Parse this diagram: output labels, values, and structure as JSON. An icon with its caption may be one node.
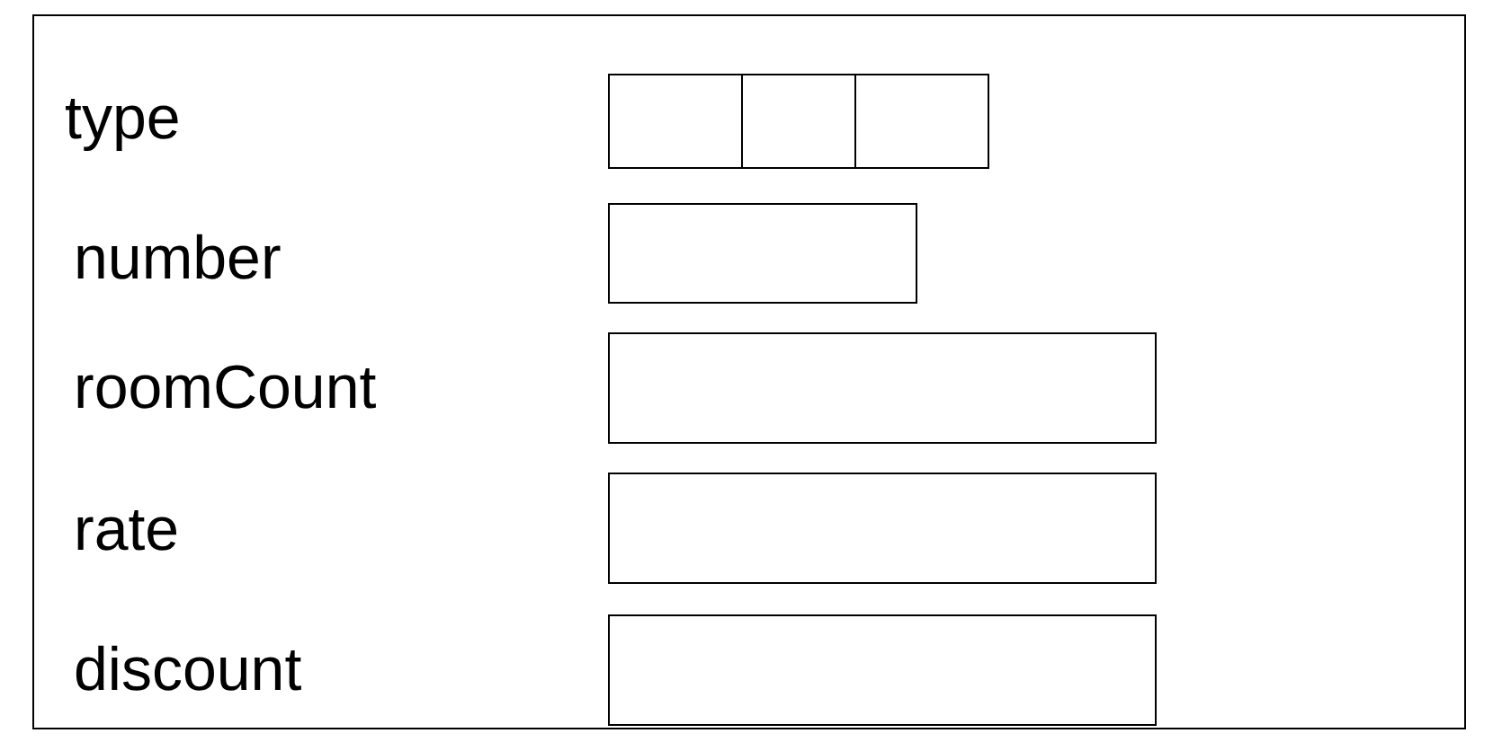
{
  "diagram": {
    "nodes": [
      {
        "text": [],
        "shape": "box"
      },
      {
        "text": [],
        "shape": "box",
        "in": 0
      },
      {
        "text": [],
        "shape": "box",
        "in": 0
      },
      {
        "text": [],
        "shape": "box",
        "in": 0
      },
      {
        "text": [],
        "shape": "box",
        "in": 0
      },
      {
        "text": [],
        "shape": "box",
        "in": 0
      },
      {
        "text": [],
        "shape": "box",
        "in": 0
      },
      {
        "text": [],
        "shape": "box",
        "in": 0
      }
    ],
    "labels": [
      "type",
      "number",
      "roomCount",
      "rate",
      "discount"
    ]
  }
}
